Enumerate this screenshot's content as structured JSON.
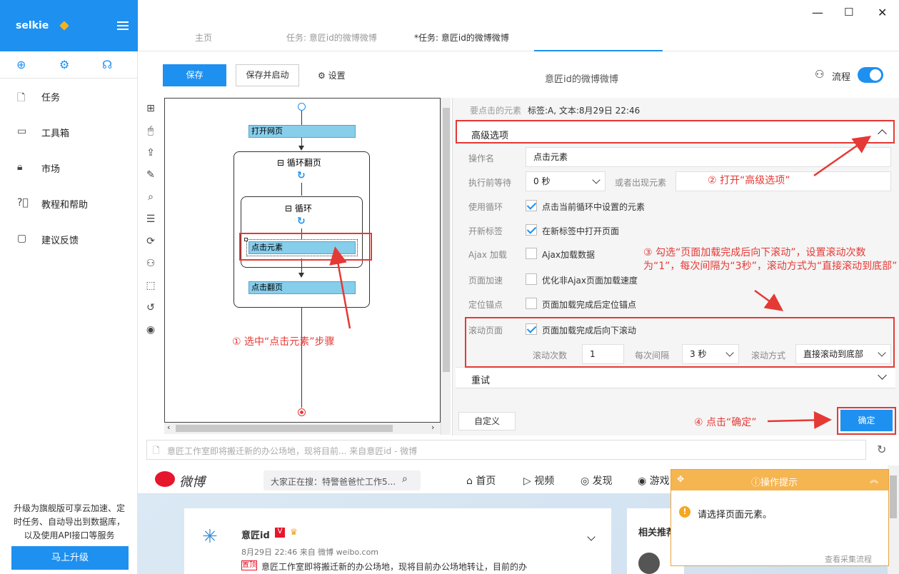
{
  "app": {
    "name": "selkie"
  },
  "sidebar": {
    "items": [
      {
        "icon": "document-icon",
        "label": "任务"
      },
      {
        "icon": "toolbox-icon",
        "label": "工具箱"
      },
      {
        "icon": "lock-icon",
        "label": "市场"
      },
      {
        "icon": "help-icon",
        "label": "教程和帮助"
      },
      {
        "icon": "feedback-icon",
        "label": "建议反馈"
      }
    ],
    "promo": "升级为旗舰版可享云加速、定时任务、自动导出到数据库，以及使用API接口等服务",
    "upgrade_label": "马上升级"
  },
  "tabs": [
    {
      "label": "主页"
    },
    {
      "label": "任务: 意匠id的微博微博"
    },
    {
      "label": "*任务: 意匠id的微博微博",
      "active": true
    }
  ],
  "toolbar": {
    "save_label": "保存",
    "save_start_label": "保存并启动",
    "settings_label": "设置",
    "task_title": "意匠id的微博微博",
    "flow_label": "流程",
    "flow_toggle": true
  },
  "workflow": {
    "open_page": "打开网页",
    "loop_page_title": "循环翻页",
    "loop_title": "循环",
    "click_element": "点击元素",
    "click_next": "点击翻页"
  },
  "panel": {
    "element_label": "要点击的元素",
    "element_value": "标签:A, 文本:8月29日 22:46",
    "advanced_title": "高级选项",
    "op_name_label": "操作名",
    "op_name_value": "点击元素",
    "wait_label": "执行前等待",
    "wait_value": "0 秒",
    "or_appear_label": "或者出现元素",
    "use_loop_label": "使用循环",
    "use_loop_text": "点击当前循环中设置的元素",
    "new_tab_label": "开新标签",
    "new_tab_text": "在新标签中打开页面",
    "ajax_label": "Ajax 加载",
    "ajax_text": "Ajax加载数据",
    "speed_label": "页面加速",
    "speed_text": "优化非Ajax页面加载速度",
    "anchor_label": "定位锚点",
    "anchor_text": "页面加载完成后定位锚点",
    "scroll_label": "滚动页面",
    "scroll_text": "页面加载完成后向下滚动",
    "scroll_count_label": "滚动次数",
    "scroll_count_value": "1",
    "interval_label": "每次间隔",
    "interval_value": "3 秒",
    "scroll_mode_label": "滚动方式",
    "scroll_mode_value": "直接滚动到底部",
    "retry_title": "重试",
    "custom_label": "自定义",
    "ok_label": "确定"
  },
  "annotations": {
    "a1": "① 选中“点击元素”步骤",
    "a2": "② 打开“高级选项”",
    "a3": "③ 勾选“页面加载完成后向下滚动”，设置滚动次数为“1”，每次间隔为“3秒”，滚动方式为“直接滚动到底部”",
    "a4": "④ 点击“确定”"
  },
  "browser": {
    "url_text": "意匠工作室即将搬迁新的办公场地，现将目前... 来自意匠id - 微博",
    "weibo_logo": "微博",
    "search_placeholder": "大家正在搜：特警爸爸忙工作5...",
    "nav": [
      "首页",
      "视频",
      "发现",
      "游戏"
    ],
    "post_user": "意匠id",
    "post_meta": "8月29日 22:46 来自 微博 weibo.com",
    "post_tag": "置顶",
    "post_text": "意匠工作室即将搬迁新的办公场地，现将目前办公场地转让，目前的办",
    "side_title": "相关推荐"
  },
  "tip": {
    "title": "操作提示",
    "message": "请选择页面元素。",
    "link": "查看采集流程"
  },
  "colors": {
    "accent": "#1e90f0",
    "annotation": "#e53935",
    "tip": "#f5b551"
  }
}
